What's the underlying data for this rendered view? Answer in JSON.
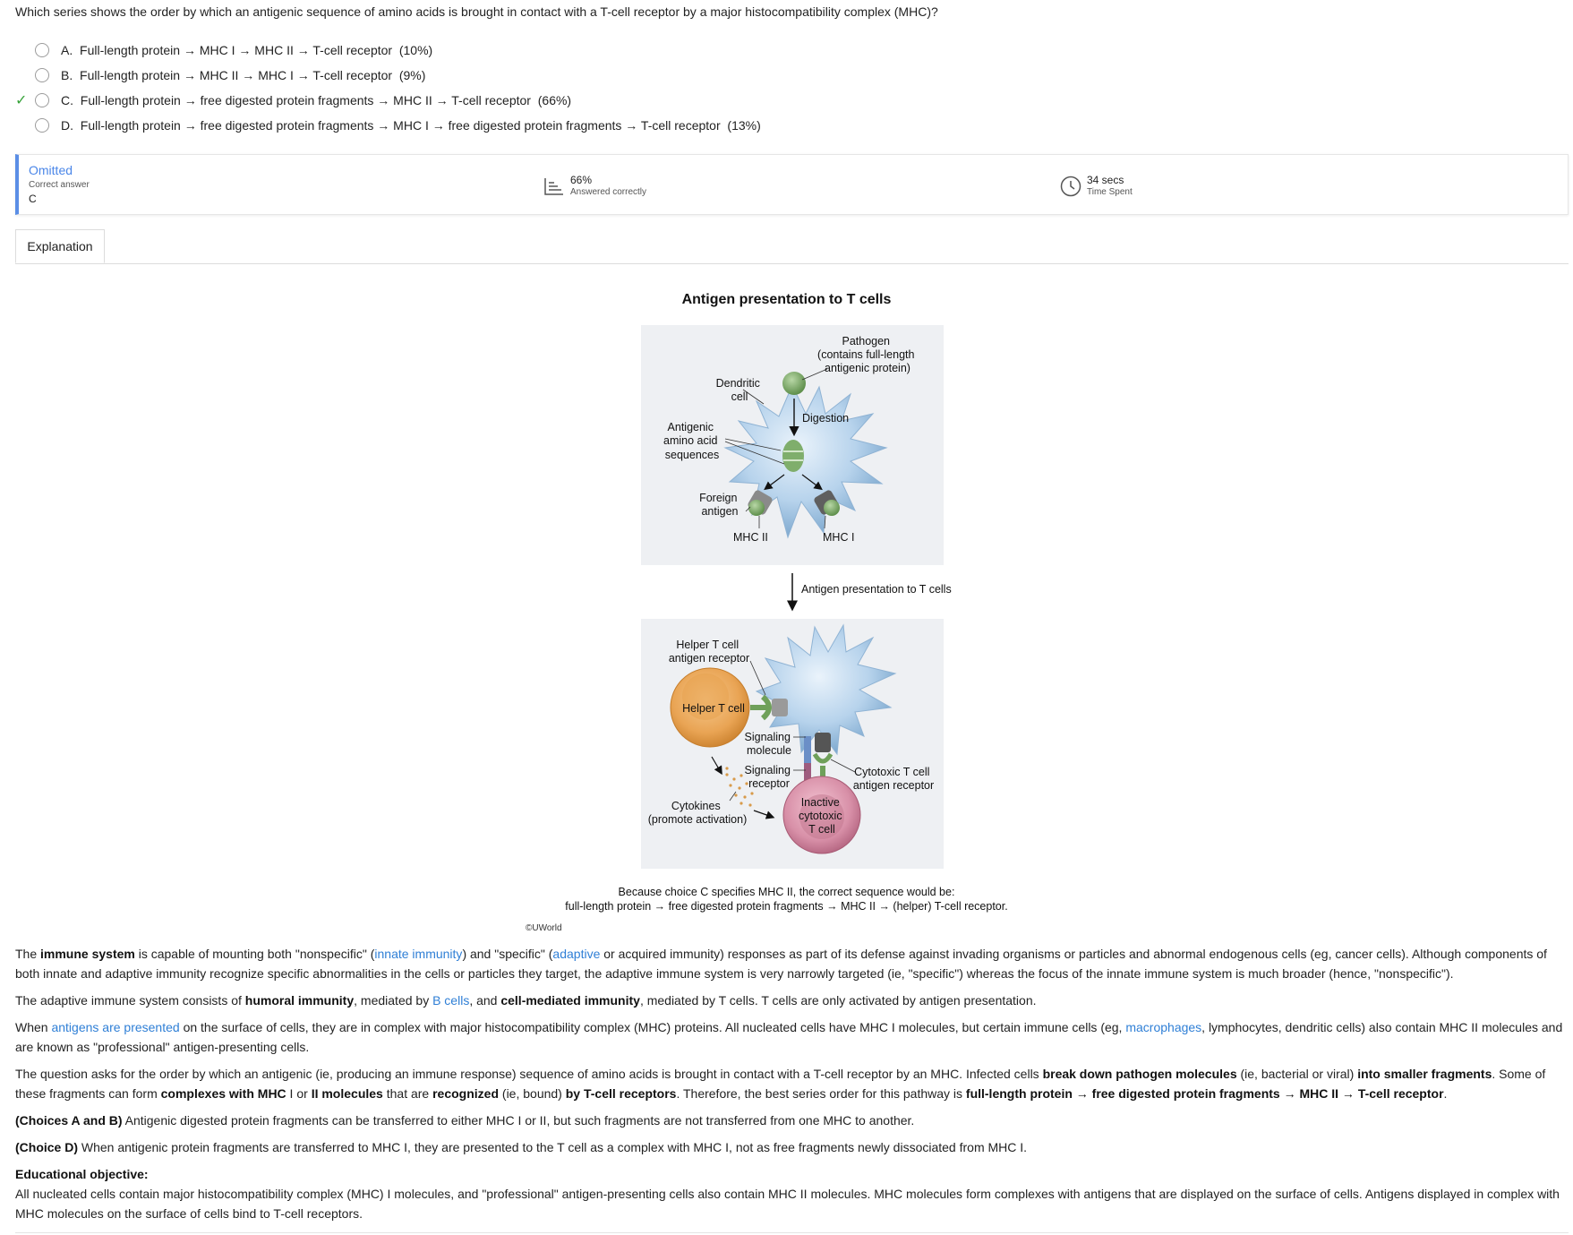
{
  "question": {
    "text": "Which series shows the order by which an antigenic sequence of amino acids is brought in contact with a T-cell receptor by a major histocompatibility complex (MHC)?",
    "choices": [
      {
        "letter": "A.",
        "text": "Full-length protein → MHC I → MHC II → T-cell receptor",
        "pct": "(10%)",
        "correct": false
      },
      {
        "letter": "B.",
        "text": "Full-length protein → MHC II → MHC I → T-cell receptor",
        "pct": "(9%)",
        "correct": false
      },
      {
        "letter": "C.",
        "text": "Full-length protein → free digested protein fragments → MHC II → T-cell receptor",
        "pct": "(66%)",
        "correct": true
      },
      {
        "letter": "D.",
        "text": "Full-length protein → free digested protein fragments → MHC I → free digested protein fragments → T-cell receptor",
        "pct": "(13%)",
        "correct": false
      }
    ],
    "check_mark": "✓"
  },
  "stats": {
    "status": "Omitted",
    "correct_answer_label": "Correct answer",
    "correct_answer": "C",
    "percent": "66%",
    "percent_label": "Answered correctly",
    "time": "34 secs",
    "time_label": "Time Spent"
  },
  "tabs": {
    "explanation": "Explanation"
  },
  "figure": {
    "title": "Antigen presentation to T cells",
    "top_panel": {
      "pathogen": [
        "Pathogen",
        "(contains full-length",
        "antigenic protein)"
      ],
      "dendritic": [
        "Dendritic",
        "cell"
      ],
      "digestion": "Digestion",
      "antigenic": [
        "Antigenic",
        "amino acid",
        "sequences"
      ],
      "foreign": [
        "Foreign",
        "antigen"
      ],
      "mhc2": "MHC II",
      "mhc1": "MHC I"
    },
    "arrow_label": "Antigen presentation to T cells",
    "bottom_panel": {
      "helper_receptor": [
        "Helper T cell",
        "antigen receptor"
      ],
      "helper_cell": "Helper T cell",
      "signaling_molecule": [
        "Signaling",
        "molecule"
      ],
      "signaling_receptor": [
        "Signaling",
        "receptor"
      ],
      "cytotoxic_receptor": [
        "Cytotoxic T cell",
        "antigen receptor"
      ],
      "cytokines": [
        "Cytokines",
        "(promote activation)"
      ],
      "inactive": [
        "Inactive",
        "cytotoxic",
        "T cell"
      ]
    },
    "caption": [
      "Because choice C specifies MHC II, the correct sequence would be:",
      "full-length protein → free digested protein fragments → MHC II → (helper) T-cell receptor."
    ],
    "copyright": "©UWorld"
  },
  "explanation": {
    "p1": {
      "s1": "The ",
      "b1": "immune system",
      "s2": " is capable of mounting both \"nonspecific\" (",
      "l1": "innate immunity",
      "s3": ") and \"specific\" (",
      "l2": "adaptive",
      "s4": " or acquired immunity) responses as part of its defense against invading organisms or particles and abnormal endogenous cells (eg, cancer cells).  Although components of both innate and adaptive immunity recognize specific abnormalities in the cells or particles they target, the adaptive immune system is very narrowly targeted (ie, \"specific\") whereas the focus of the innate immune system is much broader (hence, \"nonspecific\")."
    },
    "p2": {
      "s1": "The adaptive immune system consists of ",
      "b1": "humoral immunity",
      "s2": ", mediated by ",
      "l1": "B cells",
      "s3": ", and ",
      "b2": "cell-mediated immunity",
      "s4": ", mediated by T cells.  T cells are only activated by antigen presentation."
    },
    "p3": {
      "s1": "When ",
      "l1": "antigens are presented",
      "s2": " on the surface of cells, they are in complex with major histocompatibility complex (MHC) proteins.  All nucleated cells have MHC I molecules, but certain immune cells (eg, ",
      "l2": "macrophages",
      "s3": ", lymphocytes, dendritic cells) also contain MHC II molecules and are known as \"professional\" antigen-presenting cells."
    },
    "p4": {
      "s1": "The question asks for the order by which an antigenic (ie, producing an immune response) sequence of amino acids is brought in contact with a T-cell receptor by an MHC.  Infected cells ",
      "b1": "break down pathogen molecules",
      "s2": " (ie, bacterial or viral) ",
      "b2": "into smaller fragments",
      "s3": ".  Some of these fragments can form ",
      "b3": "complexes with MHC",
      "s4": " I or ",
      "b4": "II molecules",
      "s5": " that are ",
      "b5": "recognized",
      "s6": " (ie, bound) ",
      "b6": "by T-cell receptors",
      "s7": ".  Therefore, the best series order for this pathway is ",
      "b7": "full-length protein → free digested protein fragments → MHC II → T-cell receptor",
      "s8": "."
    },
    "p5": {
      "b1": "(Choices A and B)",
      "s1": "  Antigenic digested protein fragments can be transferred to either MHC I or II, but such fragments are not transferred from one MHC to another."
    },
    "p6": {
      "b1": "(Choice D)",
      "s1": "  When antigenic protein fragments are transferred to MHC I, they are presented to the T cell as a complex with MHC I, not as free fragments newly dissociated from MHC I."
    },
    "objective_title": "Educational objective:",
    "objective_text": "All nucleated cells contain major histocompatibility complex (MHC) I molecules, and \"professional\" antigen-presenting cells also contain MHC II molecules.  MHC molecules form complexes with antigens that are displayed on the surface of cells.  Antigens displayed in complex with MHC molecules on the surface of cells bind to T-cell receptors."
  },
  "colors": {
    "accent": "#4a86e8",
    "link": "#2f7fd6",
    "check": "#37a33a",
    "panel_bg": "#eef0f3",
    "cell_blue": "#a9c9e6",
    "antigen_green": "#7fae6c",
    "helper_orange": "#e6a55a",
    "cytotoxic_pink": "#d78fa6"
  }
}
